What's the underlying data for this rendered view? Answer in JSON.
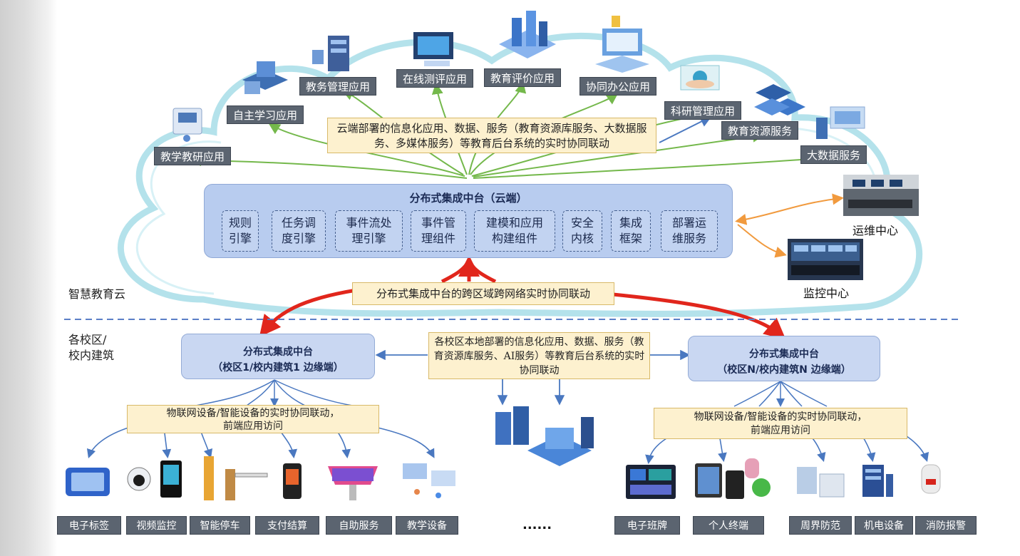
{
  "cloud_apps": [
    {
      "id": "jxky",
      "label": "教学教研应用"
    },
    {
      "id": "zzxx",
      "label": "自主学习应用"
    },
    {
      "id": "jwgl",
      "label": "教务管理应用"
    },
    {
      "id": "zxcp",
      "label": "在线测评应用"
    },
    {
      "id": "jypj",
      "label": "教育评价应用"
    },
    {
      "id": "xtbg",
      "label": "协同办公应用"
    },
    {
      "id": "kygl",
      "label": "科研管理应用"
    },
    {
      "id": "jyzy",
      "label": "教育资源服务"
    },
    {
      "id": "dsj",
      "label": "大数据服务"
    }
  ],
  "cloud_note": "云端部署的信息化应用、数据、服务（教育资源库服务、大数据服务、多媒体服务）等教育后台系统的实时协同联动",
  "cloud_platform": {
    "title": "分布式集成中台（云端）",
    "modules": [
      {
        "line1": "规则",
        "line2": "引擎"
      },
      {
        "line1": "任务调",
        "line2": "度引擎"
      },
      {
        "line1": "事件流处",
        "line2": "理引擎"
      },
      {
        "line1": "事件管",
        "line2": "理组件"
      },
      {
        "line1": "建模和应用",
        "line2": "构建组件"
      },
      {
        "line1": "安全",
        "line2": "内核"
      },
      {
        "line1": "集成",
        "line2": "框架"
      },
      {
        "line1": "部署运",
        "line2": "维服务"
      }
    ]
  },
  "ops_center": "运维中心",
  "monitor_center": "监控中心",
  "cloud_area_label": "智慧教育云",
  "cross_region_note": "分布式集成中台的跨区域跨网络实时协同联动",
  "campus_area_label_1": "各校区/",
  "campus_area_label_2": "校内建筑",
  "edge_left": {
    "line1": "分布式集成中台",
    "line2": "（校区1/校内建筑1 边缘端）"
  },
  "edge_right": {
    "line1": "分布式集成中台",
    "line2": "（校区N/校内建筑N 边缘端）"
  },
  "campus_note": "各校区本地部署的信息化应用、数据、服务（教育资源库服务、AI服务）等教育后台系统的实时协同联动",
  "iot_note_left": {
    "line1": "物联网设备/智能设备的实时协同联动，",
    "line2": "前端应用访问"
  },
  "iot_note_right": {
    "line1": "物联网设备/智能设备的实时协同联动，",
    "line2": "前端应用访问"
  },
  "devices_left": [
    "电子标签",
    "视频监控",
    "智能停车",
    "支付结算",
    "自助服务",
    "教学设备"
  ],
  "devices_right": [
    "电子班牌",
    "个人终端",
    "周界防范",
    "机电设备",
    "消防报警"
  ],
  "ellipsis": "......",
  "colors": {
    "cloud_outline": "#a7dde8",
    "arrow_green": "#74b84b",
    "arrow_red": "#e1261c",
    "arrow_blue": "#4a78c0",
    "arrow_orange": "#f19a3e",
    "dashed_divider": "#5b7fc7",
    "panel_fill": "#b8ccef",
    "note_fill": "#fdf1cf",
    "label_fill": "#5b6470"
  }
}
